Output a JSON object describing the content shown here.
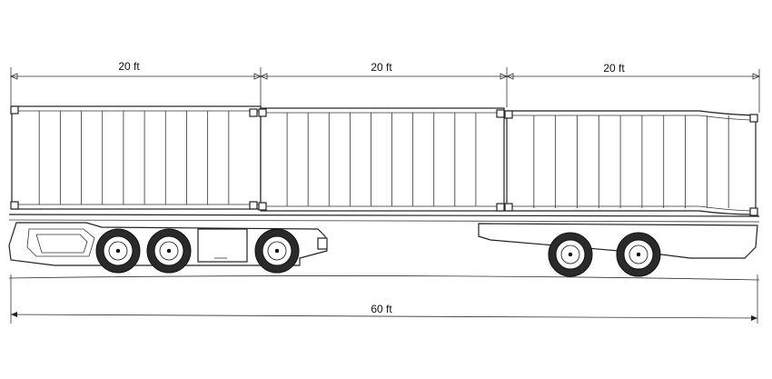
{
  "dimensions": {
    "container_1": "20 ft",
    "container_2": "20 ft",
    "container_3": "20 ft",
    "overall": "60 ft"
  },
  "colors": {
    "line": "#222222",
    "background": "#ffffff",
    "tire": "#2a2a2a"
  }
}
